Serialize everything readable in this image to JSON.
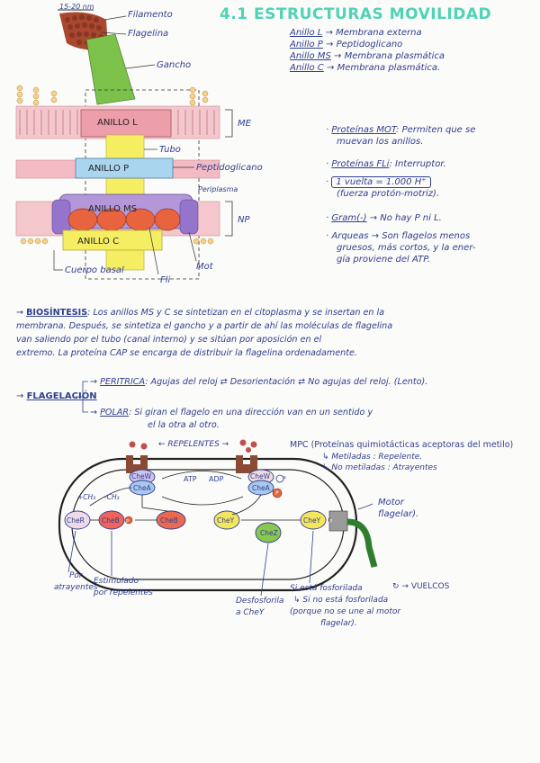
{
  "title": "4.1 ESTRUCTURAS MOVILIDAD",
  "scale_label": "15-20 nm",
  "top_labels": {
    "filamento": "Filamento",
    "flagelina": "Flagelina",
    "gancho": "Gancho",
    "tubo": "Tubo",
    "peptidoglicano": "Peptidoglicano",
    "periplasma": "Periplasma",
    "mot": "Mot",
    "fli": "Fli",
    "cuerpo_basal": "Cuerpo basal",
    "me": "ME",
    "np": "NP"
  },
  "rings": {
    "anillo_l": "ANILLO L",
    "anillo_p": "ANILLO P",
    "anillo_ms": "ANILLO MS",
    "anillo_c": "ANILLO C"
  },
  "ring_list": [
    {
      "ring": "Anillo L",
      "arrow": "→",
      "membrane": "Membrana externa"
    },
    {
      "ring": "Anillo P",
      "arrow": "→",
      "membrane": "Peptidoglicano"
    },
    {
      "ring": "Anillo MS",
      "arrow": "→",
      "membrane": "Membrana plasmática"
    },
    {
      "ring": "Anillo C",
      "arrow": "→",
      "membrane": "Membrana plasmática."
    }
  ],
  "notes": [
    {
      "bullet": "·",
      "label": "Proteínas MOT",
      "text": ": Permiten que se",
      "cont": "muevan los anillos."
    },
    {
      "bullet": "·",
      "label": "Proteínas FLi",
      "text": ": Interruptor.",
      "cont": ""
    },
    {
      "bullet": "·",
      "label": "1 vuelta = 1.000 H⁺",
      "text": "",
      "cont": "(fuerza protón-motriz)."
    },
    {
      "bullet": "·",
      "label": "Gram(-)",
      "text": "→ No hay P ni L.",
      "cont": ""
    },
    {
      "bullet": "·",
      "label": "",
      "text": "Arqueas → Son flagelos menos",
      "cont": "gruesos, más cortos, y la ener-",
      "cont2": "gía proviene del ATP."
    }
  ],
  "biosintesis": {
    "label": "BIOSÍNTESIS",
    "lines": [
      ": Los anillos MS y C se sintetizan en el citoplasma y se insertan en la",
      "membrana. Después, se sintetiza el gancho y a partir de ahí las moléculas de flagelina",
      "van saliendo por el tubo (canal interno) y se sitúan por aposición en el",
      "extremo. La proteína CAP se encarga de distribuir la flagelina ordenadamente."
    ]
  },
  "flagelacion": {
    "label": "FLAGELACIÓN",
    "peritrica_label": "PERITRICA",
    "peritrica_text": ": Agujas del reloj ⇄ Desorientación ⇄ No agujas del reloj. (Lento).",
    "polar_label": "POLAR",
    "polar_lines": [
      ": Si giran el flagelo en una dirección van en un sentido y",
      "el la otra al otro."
    ]
  },
  "chemotaxis": {
    "repelentes": "REPELENTES",
    "mpc": "MPC (Proteínas quimiotácticas aceptoras del metilo)",
    "metiladas": "Metiladas : Repelente.",
    "no_metiladas": "No metiladas : Atrayentes",
    "atp": "ATP",
    "adp": "ADP",
    "chew": "CheW",
    "chea": "CheA",
    "cher": "CheR",
    "chebp": "CheB",
    "cheb": "CheB",
    "chey": "CheY",
    "cheyp": "CheY",
    "chez": "CheZ",
    "p": "P",
    "plus_ch3": "+CH₃",
    "minus_ch3": "-CH₃",
    "motor": "Motor",
    "flagelar": "flagelar).",
    "por": "Por",
    "atrayentes": "atrayentes",
    "estimulado": "Estimulado",
    "por_repelentes": "por repelentes",
    "desfosforila": "Desfosforila",
    "a_chey": "a CheY",
    "si_esta": "Si está fosforilada",
    "no_esta": "Si no está fosforilada",
    "porque": "(porque no se une al motor",
    "vuelcos": "VUELCOS"
  },
  "colors": {
    "title": "#4fd3b5",
    "ink": "#2f3f8f",
    "membrane": "#e9a3ad",
    "yellow": "#f5ee63",
    "blue": "#a9d6ee",
    "purple": "#b397d8",
    "red": "#e8643f",
    "green": "#78c243",
    "brown": "#7d3b25",
    "pink": "#f0b7c0"
  }
}
